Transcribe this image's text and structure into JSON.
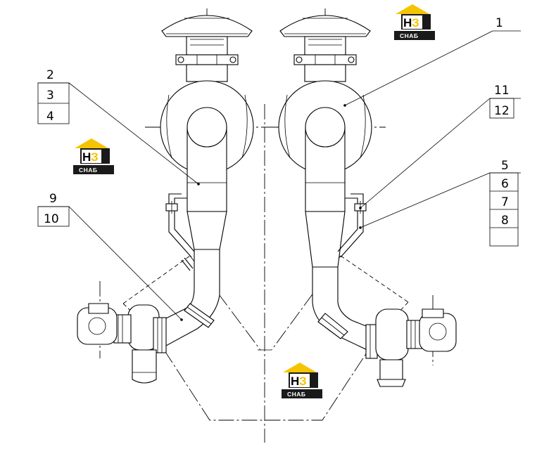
{
  "colors": {
    "logo_yellow": "#f5c400",
    "logo_dark": "#1a1a1a",
    "line": "#000000"
  },
  "logo": {
    "main": "Н",
    "accent": "З",
    "sub": "СНАБ"
  },
  "callouts": {
    "c1": "1",
    "c2": "2",
    "c3": "3",
    "c4": "4",
    "c5": "5",
    "c6": "6",
    "c7": "7",
    "c8": "8",
    "c9": "9",
    "c10": "10",
    "c11": "11",
    "c12": "12"
  }
}
